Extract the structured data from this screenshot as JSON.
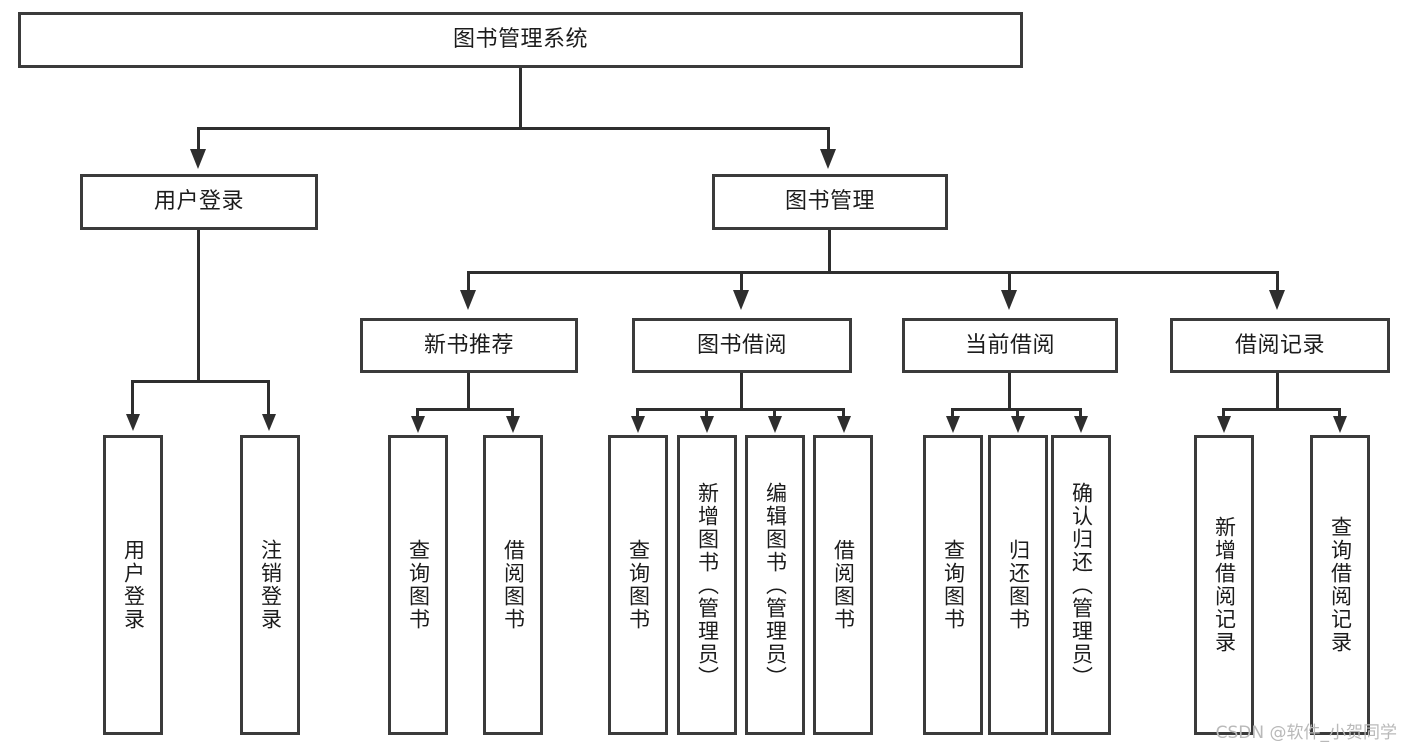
{
  "diagram": {
    "title": "图书管理系统",
    "type": "tree",
    "root": {
      "id": "root",
      "label": "图书管理系统"
    },
    "level2": [
      {
        "id": "user-login",
        "label": "用户登录"
      },
      {
        "id": "book-manage",
        "label": "图书管理"
      }
    ],
    "level3": [
      {
        "id": "new-book-recommend",
        "label": "新书推荐",
        "parent": "book-manage"
      },
      {
        "id": "book-borrow",
        "label": "图书借阅",
        "parent": "book-manage"
      },
      {
        "id": "current-borrow",
        "label": "当前借阅",
        "parent": "book-manage"
      },
      {
        "id": "borrow-record",
        "label": "借阅记录",
        "parent": "book-manage"
      }
    ],
    "leaves": [
      {
        "id": "leaf-user-login",
        "label": "用户登录",
        "parent": "user-login"
      },
      {
        "id": "leaf-user-logout",
        "label": "注销登录",
        "parent": "user-login"
      },
      {
        "id": "leaf-query-book-rec",
        "label": "查询图书",
        "parent": "new-book-recommend"
      },
      {
        "id": "leaf-borrow-book-rec",
        "label": "借阅图书",
        "parent": "new-book-recommend"
      },
      {
        "id": "leaf-query-book-borrow",
        "label": "查询图书",
        "parent": "book-borrow"
      },
      {
        "id": "leaf-add-book-admin",
        "label": "新增图书（管理员）",
        "parent": "book-borrow"
      },
      {
        "id": "leaf-edit-book-admin",
        "label": "编辑图书（管理员）",
        "parent": "book-borrow"
      },
      {
        "id": "leaf-borrow-book",
        "label": "借阅图书",
        "parent": "book-borrow"
      },
      {
        "id": "leaf-query-book-current",
        "label": "查询图书",
        "parent": "current-borrow"
      },
      {
        "id": "leaf-return-book",
        "label": "归还图书",
        "parent": "current-borrow"
      },
      {
        "id": "leaf-confirm-return-admin",
        "label": "确认归还（管理员）",
        "parent": "current-borrow"
      },
      {
        "id": "leaf-add-record",
        "label": "新增借阅记录",
        "parent": "borrow-record"
      },
      {
        "id": "leaf-query-record",
        "label": "查询借阅记录",
        "parent": "borrow-record"
      }
    ]
  },
  "watermark": {
    "text": "CSDN @软件_小贺同学"
  },
  "colors": {
    "stroke": "#3b3b3b",
    "connector": "#2e2e2e",
    "background": "#ffffff",
    "text": "#1c1c1c",
    "watermark": "#b9b9b9"
  }
}
